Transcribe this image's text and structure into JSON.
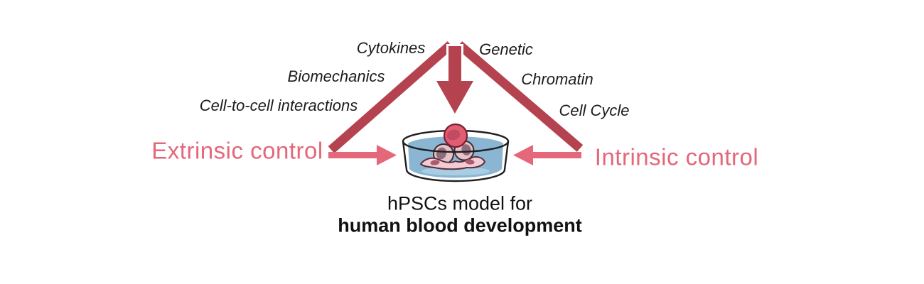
{
  "extrinsic": {
    "label": "Extrinsic control",
    "factors": [
      "Cytokines",
      "Biomechanics",
      "Cell-to-cell interactions"
    ]
  },
  "intrinsic": {
    "label": "Intrinsic control",
    "factors": [
      "Genetic",
      "Chromatin",
      "Cell Cycle"
    ]
  },
  "caption": {
    "line1": "hPSCs model for",
    "line2": "human blood development"
  },
  "colors": {
    "dark_red": "#b5424f",
    "pink": "#e4677a",
    "text_black": "#1c1c1c",
    "media_blue": "#8ab6d4",
    "media_blue_light": "#a9cde2",
    "dish_outline": "#1f1f1f",
    "top_cell_fill": "#e25c72",
    "top_cell_nucleus": "#c14b61",
    "top_cell_outline": "#7b1f33",
    "round_cell_fill": "#e7c2c9",
    "round_cell_nucleus": "#8f6c7a",
    "round_cell_outline": "#422b32",
    "spread_cell_fill": "#f2cbd4",
    "spread_cell_nucleus": "#ad5a6e",
    "spread_cell_outline": "#57323c"
  }
}
